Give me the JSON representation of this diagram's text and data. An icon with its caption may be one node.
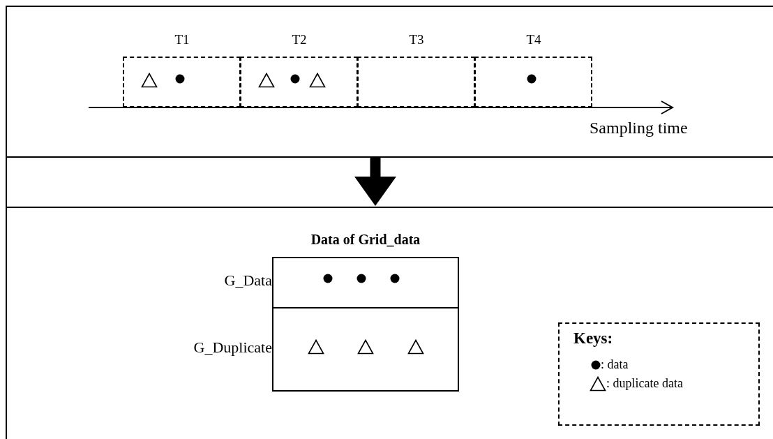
{
  "diagram": {
    "nodes": [
      {
        "text": [],
        "shape": "box"
      },
      {
        "text": [
          "T1"
        ],
        "in": 0
      },
      {
        "text": [
          "T2"
        ],
        "in": 0
      },
      {
        "text": [
          "T3"
        ],
        "in": 0
      },
      {
        "text": [
          "T4"
        ],
        "in": 0
      },
      {
        "text": [],
        "shape": "box"
      },
      {
        "text": [
          "Data of Grid_data"
        ],
        "in": 5
      },
      {
        "text": [],
        "shape": "box",
        "beside": [
          "G_Data"
        ],
        "in": 6
      },
      {
        "text": [],
        "shape": "box",
        "beside": [
          "G_Duplicate"
        ],
        "in": 6
      },
      {
        "text": [
          "Keys:"
        ],
        "in": 5
      }
    ],
    "edges": [
      {
        "from": 0,
        "to": 5,
        "arrow": "to"
      }
    ],
    "labels": [
      "Sampling time"
    ],
    "legend": [
      {
        "text": ": data"
      },
      {
        "text": ": duplicate data"
      }
    ]
  }
}
